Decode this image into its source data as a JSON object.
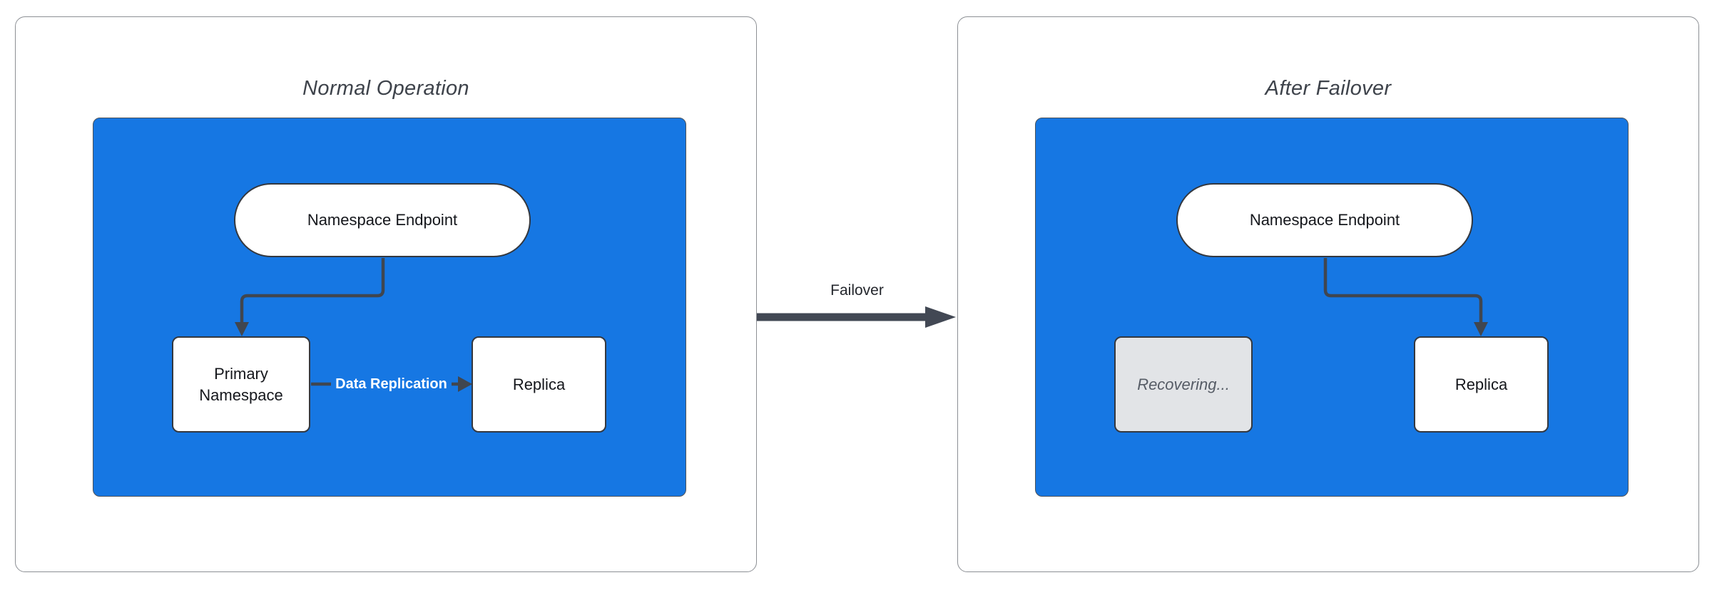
{
  "colors": {
    "container_fill": "#1677e3",
    "connector": "#40464f",
    "node_border": "#34383f",
    "panel_border": "#8c8f94",
    "recovering_fill": "#e2e4e7",
    "edge_label_text": "#ffffff"
  },
  "left_panel": {
    "title": "Normal Operation",
    "endpoint_node": "Namespace Endpoint",
    "primary_node": "Primary Namespace",
    "replica_node": "Replica",
    "replication_edge_label": "Data Replication"
  },
  "transition": {
    "label": "Failover"
  },
  "right_panel": {
    "title": "After Failover",
    "endpoint_node": "Namespace Endpoint",
    "recovering_node": "Recovering...",
    "replica_node": "Replica"
  }
}
